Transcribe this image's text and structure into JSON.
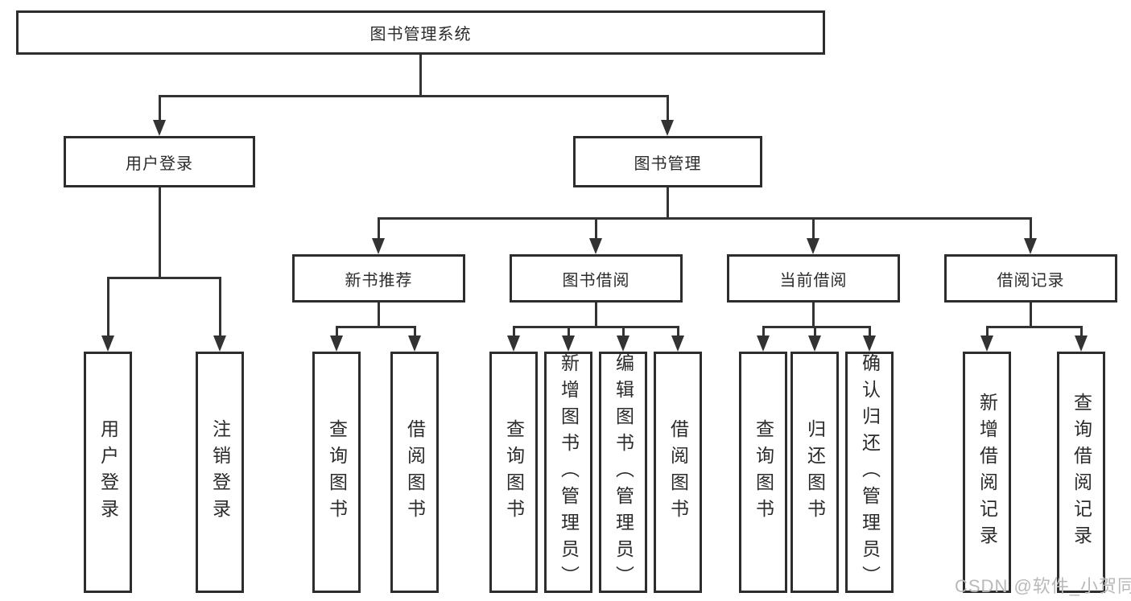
{
  "tree": {
    "root": {
      "label": "图书管理系统"
    },
    "branches": [
      {
        "label": "用户登录",
        "children": [
          {
            "label": "用户登录"
          },
          {
            "label": "注销登录"
          }
        ]
      },
      {
        "label": "图书管理",
        "children": [
          {
            "label": "新书推荐",
            "children": [
              {
                "label": "查询图书"
              },
              {
                "label": "借阅图书"
              }
            ]
          },
          {
            "label": "图书借阅",
            "children": [
              {
                "label": "查询图书"
              },
              {
                "label": "新增图书（管理员）"
              },
              {
                "label": "编辑图书（管理员）"
              },
              {
                "label": "借阅图书"
              }
            ]
          },
          {
            "label": "当前借阅",
            "children": [
              {
                "label": "查询图书"
              },
              {
                "label": "归还图书"
              },
              {
                "label": "确认归还（管理员）"
              }
            ]
          },
          {
            "label": "借阅记录",
            "children": [
              {
                "label": "新增借阅记录"
              },
              {
                "label": "查询借阅记录"
              }
            ]
          }
        ]
      }
    ]
  },
  "watermark": {
    "text": "CSDN @软件_小贺同学"
  },
  "colors": {
    "line": "#333333",
    "border": "#2d2d2d",
    "text": "#2b2b2b",
    "watermark": "#b9b9b9",
    "background": "#ffffff"
  }
}
